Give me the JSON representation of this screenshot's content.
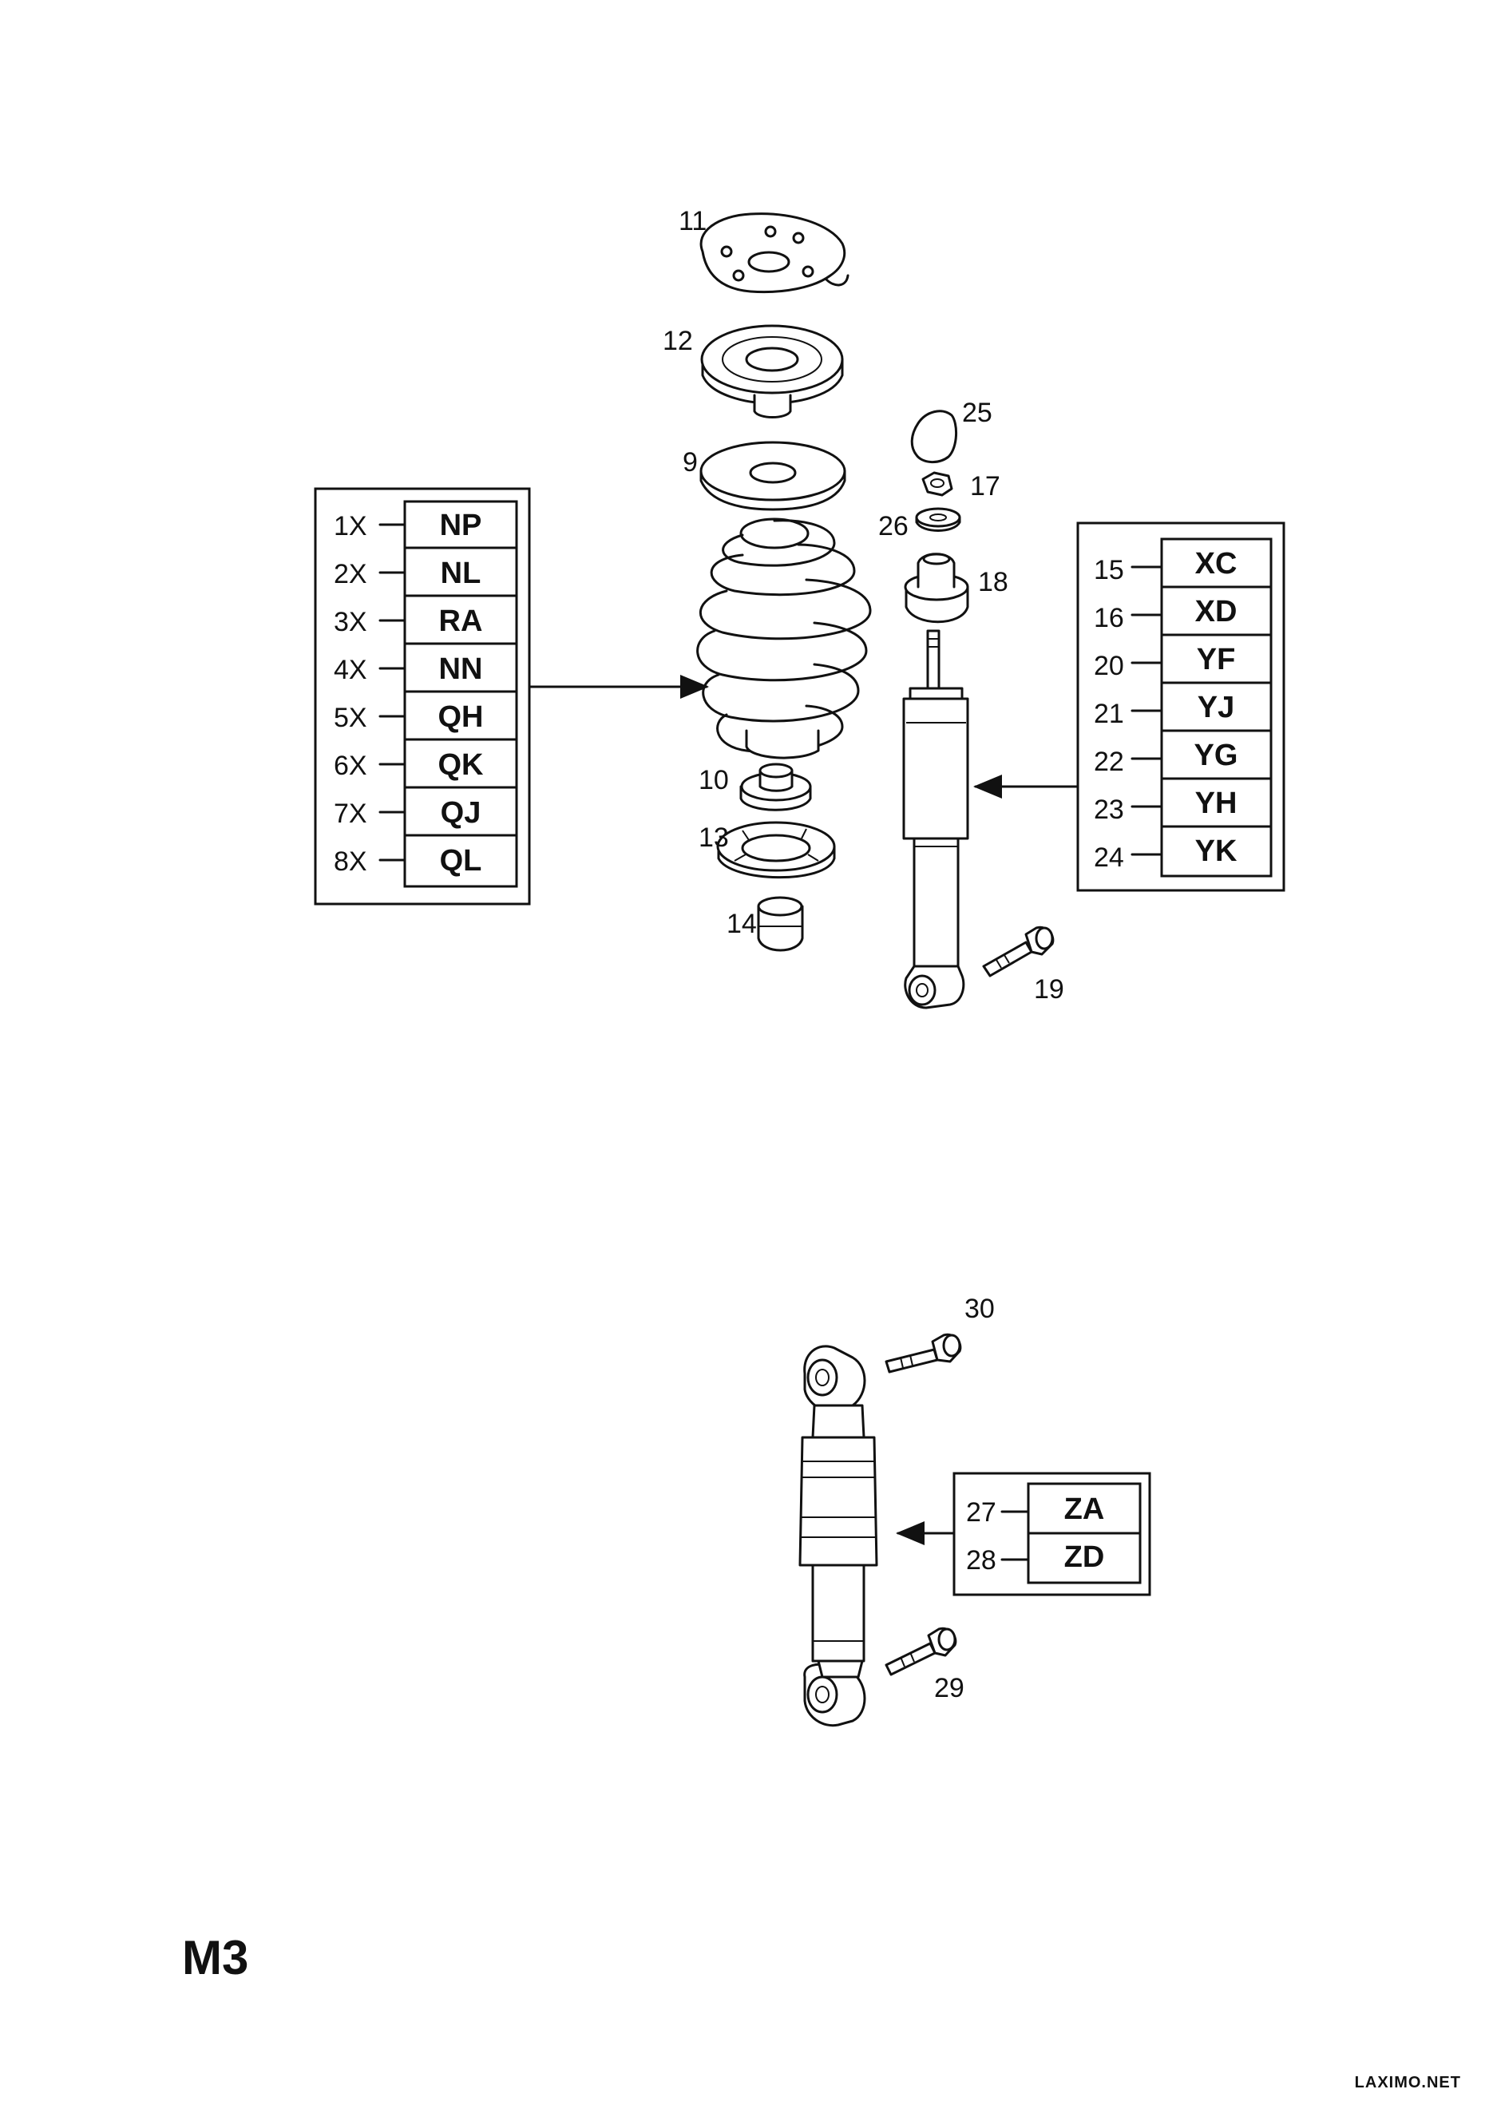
{
  "page_label": "M3",
  "watermark": "LAXIMO.NET",
  "callouts": {
    "c11": "11",
    "c12": "12",
    "c9": "9",
    "c25": "25",
    "c17": "17",
    "c26": "26",
    "c18": "18",
    "c10": "10",
    "c13": "13",
    "c14": "14",
    "c19": "19",
    "c30": "30",
    "c29": "29"
  },
  "spring_table": {
    "rows": [
      {
        "qty": "1X",
        "code": "NP"
      },
      {
        "qty": "2X",
        "code": "NL"
      },
      {
        "qty": "3X",
        "code": "RA"
      },
      {
        "qty": "4X",
        "code": "NN"
      },
      {
        "qty": "5X",
        "code": "QH"
      },
      {
        "qty": "6X",
        "code": "QK"
      },
      {
        "qty": "7X",
        "code": "QJ"
      },
      {
        "qty": "8X",
        "code": "QL"
      }
    ]
  },
  "front_shock_table": {
    "rows": [
      {
        "ref": "15",
        "code": "XC"
      },
      {
        "ref": "16",
        "code": "XD"
      },
      {
        "ref": "20",
        "code": "YF"
      },
      {
        "ref": "21",
        "code": "YJ"
      },
      {
        "ref": "22",
        "code": "YG"
      },
      {
        "ref": "23",
        "code": "YH"
      },
      {
        "ref": "24",
        "code": "YK"
      }
    ]
  },
  "rear_shock_table": {
    "rows": [
      {
        "ref": "27",
        "code": "ZA"
      },
      {
        "ref": "28",
        "code": "ZD"
      }
    ]
  }
}
